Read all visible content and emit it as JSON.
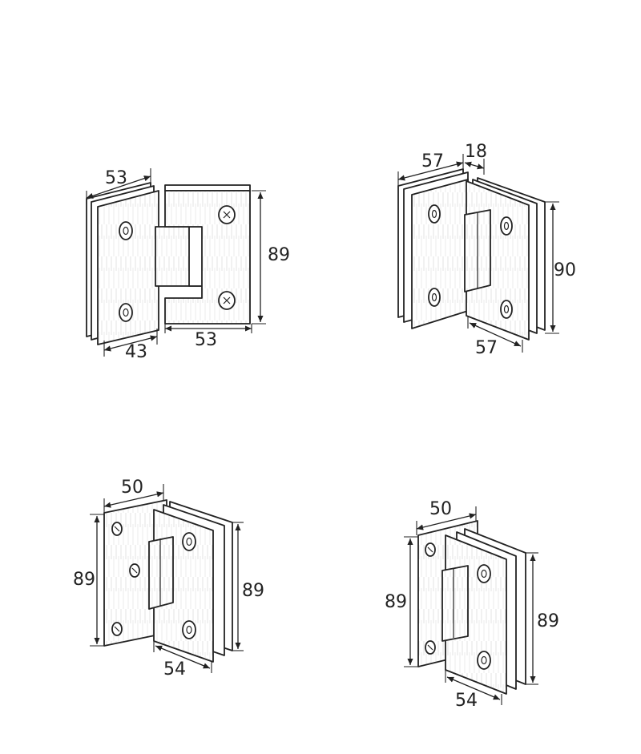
{
  "hinge_a": {
    "dim_top": "53",
    "dim_bottom_left": "43",
    "dim_bottom_right": "53",
    "dim_height": "89"
  },
  "hinge_b": {
    "dim_top_left": "57",
    "dim_top_right": "18",
    "dim_bottom": "57",
    "dim_height": "90"
  },
  "hinge_c": {
    "dim_top": "50",
    "dim_left_height": "89",
    "dim_right_height": "89",
    "dim_bottom": "54"
  },
  "hinge_d": {
    "dim_top": "50",
    "dim_left_height": "89",
    "dim_right_height": "89",
    "dim_bottom": "54"
  }
}
